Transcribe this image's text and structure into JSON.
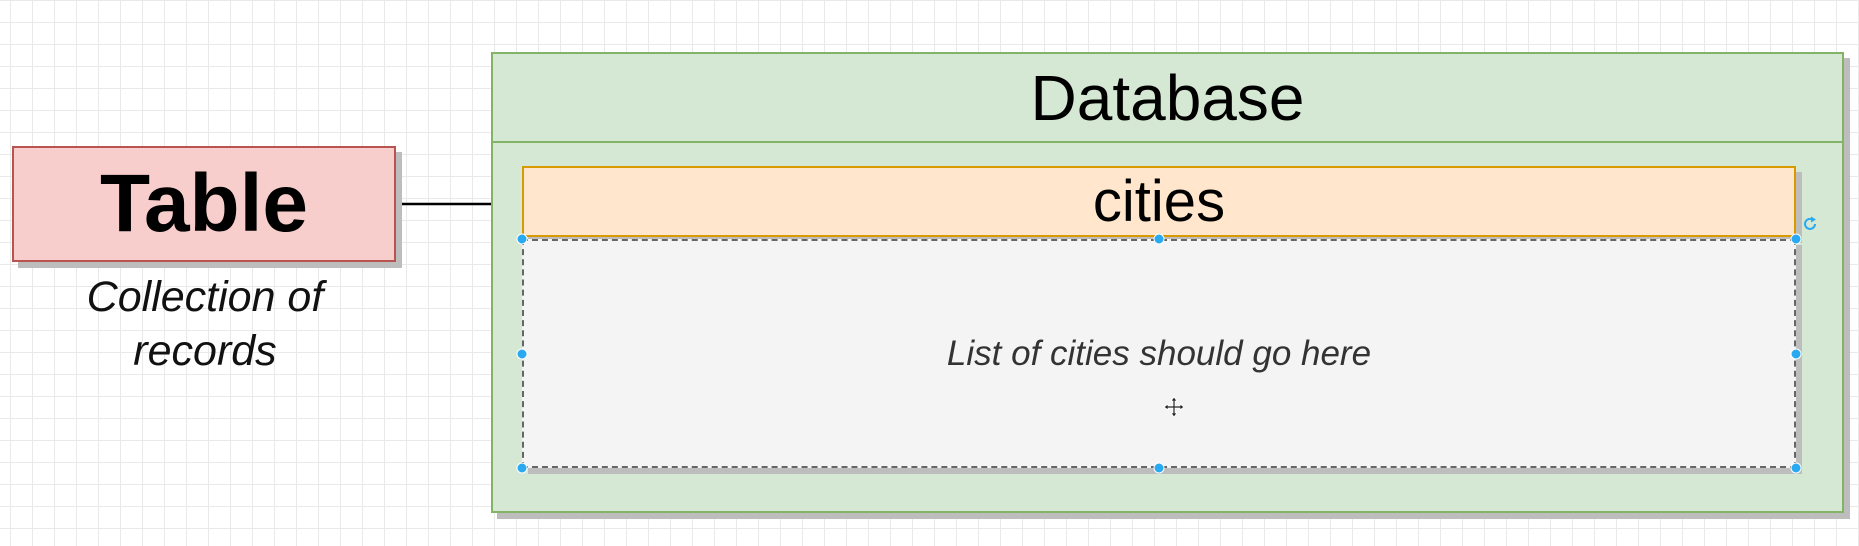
{
  "diagram": {
    "table_box": {
      "title": "Table",
      "caption_line1": "Collection of",
      "caption_line2": "records"
    },
    "database": {
      "title": "Database"
    },
    "cities_table": {
      "title": "cities",
      "placeholder": "List of cities should go here"
    },
    "colors": {
      "table_fill": "#f8cecc",
      "table_stroke": "#b85450",
      "database_fill": "#d5e8d4",
      "database_stroke": "#82b366",
      "cities_header_fill": "#ffe6cc",
      "cities_header_stroke": "#d79b00",
      "cities_body_fill": "#f4f4f4",
      "selection_handle": "#29a9f1"
    },
    "icons": {
      "move": "move-icon",
      "rotate": "rotate-icon"
    }
  }
}
